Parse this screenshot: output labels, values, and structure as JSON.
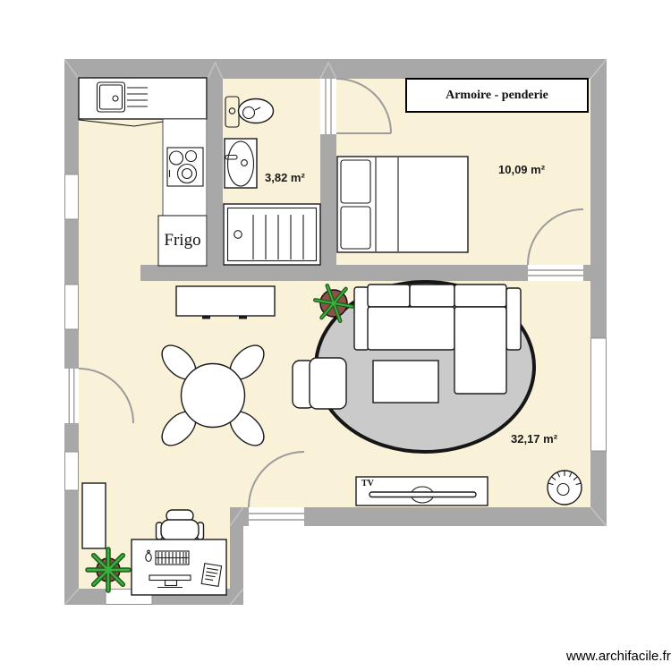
{
  "watermark": "www.archifacile.fr",
  "colors": {
    "wall": "#a8a8a8",
    "floor": "#f9f2d8",
    "rug": "#cacaca",
    "outline": "#1a1a1a",
    "arc": "#9c9c9c",
    "window_border": "#909090",
    "miter": "#c4c4c4",
    "pot": "#8d5148",
    "leaf": "#3fae3f",
    "leaf_dark": "#1a5c1a"
  },
  "rooms": {
    "bathroom": {
      "area_label": "3,82 m²"
    },
    "bedroom": {
      "area_label": "10,09 m²",
      "wardrobe_label": "Armoire - penderie"
    },
    "living": {
      "area_label": "32,17 m²",
      "tv_label": "TV"
    },
    "kitchen": {
      "fridge_label": "Frigo"
    }
  }
}
